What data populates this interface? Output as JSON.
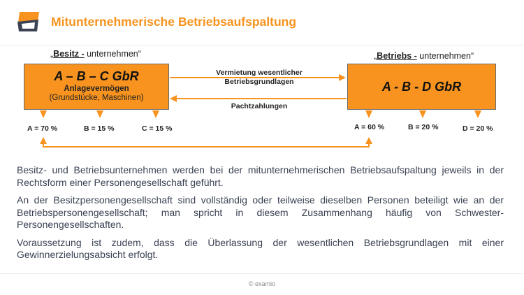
{
  "header": {
    "title": "Mitunternehmerische Betriebsaufspaltung"
  },
  "diagram": {
    "left_label": {
      "quote_open": "„",
      "bold": "Besitz -",
      "rest": " unternehmen“"
    },
    "right_label": {
      "quote_open": "„",
      "bold": "Betriebs -",
      "rest": " unternehmen“"
    },
    "left_box": {
      "name": "A – B – C GbR",
      "sub": "Anlagevermögen",
      "sub2": "(Grundstücke, Maschinen)"
    },
    "right_box": {
      "name": "A - B - D GbR"
    },
    "arrow_right_text_1": "Vermietung wesentlicher",
    "arrow_right_text_2": "Betriebsgrundlagen",
    "arrow_left_text": "Pachtzahlungen",
    "left_shares": [
      "A = 70 %",
      "B = 15 %",
      "C = 15 %"
    ],
    "right_shares": [
      "A = 60 %",
      "B = 20 %",
      "D = 20 %"
    ]
  },
  "body": {
    "p1": "Besitz- und Betriebsunternehmen werden bei der mitunternehmerischen Betriebsaufspaltung jeweils in der Rechtsform einer Personengesellschaft geführt.",
    "p2": "An der Besitzpersonengesellschaft sind vollständig oder teilweise dieselben Personen beteiligt wie an der Betriebspersonengesellschaft; man spricht in diesem Zusammenhang häufig von Schwester-Personengesellschaften.",
    "p3": "Voraussetzung ist zudem, dass die Überlassung der wesentlichen Betriebsgrundlagen mit einer Gewinnerzielungsabsicht erfolgt."
  },
  "footer": {
    "copyright": "© examio"
  },
  "colors": {
    "accent": "#f7931e",
    "text": "#3a4253"
  },
  "icons": {
    "logo": "examio-logo-icon"
  }
}
